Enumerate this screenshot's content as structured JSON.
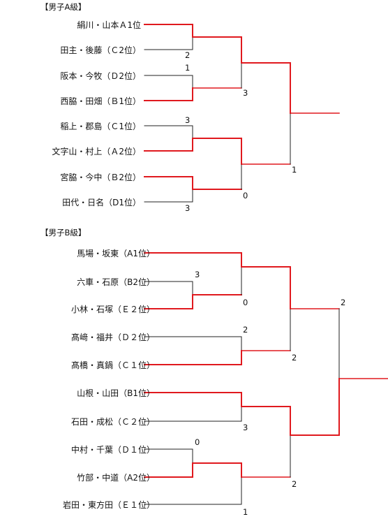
{
  "bracket_a": {
    "title": "【男子A級】",
    "teams": [
      "絹川・山本Ａ1位",
      "田主・後藤（Ｃ2位）",
      "阪本・今牧（Ｄ2位）",
      "西脇・田畑（Ｂ1位）",
      "稲上・郡島（Ｃ1位）",
      "文字山・村上（Ａ2位）",
      "宮脇・今中（Ｂ2位）",
      "田代・日名（D1位）"
    ],
    "scores": [
      "2",
      "1",
      "3",
      "3",
      "0",
      "3",
      "1"
    ]
  },
  "bracket_b": {
    "title": "【男子B級】",
    "teams": [
      "馬場・坂東（A1位）",
      "六車・石原（B2位）",
      "小林・石塚（Ｅ２位）",
      "髙﨑・福井（Ｄ２位）",
      "髙橋・真鍋（Ｃ１位）",
      "山根・山田（B1位）",
      "石田・成松（Ｃ２位）",
      "中村・千葉（Ｄ１位）",
      "竹部・中道（A2位）",
      "岩田・東方田（Ｅ１位）"
    ],
    "scores": [
      "3",
      "0",
      "2",
      "2",
      "2",
      "3",
      "0",
      "2",
      "1"
    ]
  },
  "colors": {
    "winner": "#e0191e",
    "line": "#222222"
  }
}
